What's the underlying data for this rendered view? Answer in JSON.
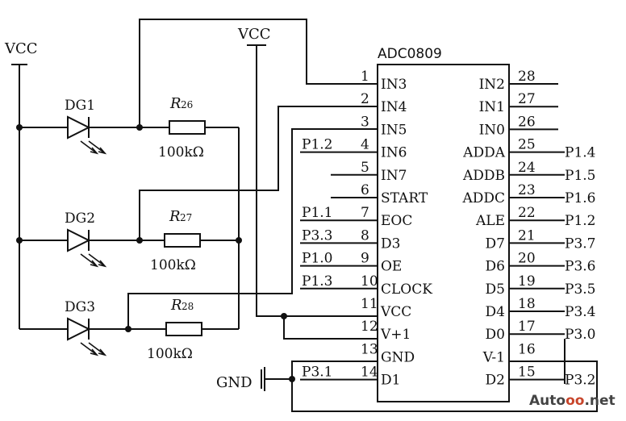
{
  "chip": {
    "name": "ADC0809",
    "left_pins": [
      {
        "num": "1",
        "label": "IN3",
        "net": ""
      },
      {
        "num": "2",
        "label": "IN4",
        "net": ""
      },
      {
        "num": "3",
        "label": "IN5",
        "net": ""
      },
      {
        "num": "4",
        "label": "IN6",
        "net": "P1.2"
      },
      {
        "num": "5",
        "label": "IN7",
        "net": ""
      },
      {
        "num": "6",
        "label": "START",
        "net": ""
      },
      {
        "num": "7",
        "label": "EOC",
        "net": "P1.1"
      },
      {
        "num": "8",
        "label": "D3",
        "net": "P3.3"
      },
      {
        "num": "9",
        "label": "OE",
        "net": "P1.0"
      },
      {
        "num": "10",
        "label": "CLOCK",
        "net": "P1.3"
      },
      {
        "num": "11",
        "label": "VCC",
        "net": ""
      },
      {
        "num": "12",
        "label": "V+1",
        "net": ""
      },
      {
        "num": "13",
        "label": "GND",
        "net": ""
      },
      {
        "num": "14",
        "label": "D1",
        "net": "P3.1"
      }
    ],
    "right_pins": [
      {
        "num": "28",
        "label": "IN2",
        "net": ""
      },
      {
        "num": "27",
        "label": "IN1",
        "net": ""
      },
      {
        "num": "26",
        "label": "IN0",
        "net": ""
      },
      {
        "num": "25",
        "label": "ADDA",
        "net": "P1.4"
      },
      {
        "num": "24",
        "label": "ADDB",
        "net": "P1.5"
      },
      {
        "num": "23",
        "label": "ADDC",
        "net": "P1.6"
      },
      {
        "num": "22",
        "label": "ALE",
        "net": "P1.2"
      },
      {
        "num": "21",
        "label": "D7",
        "net": "P3.7"
      },
      {
        "num": "20",
        "label": "D6",
        "net": "P3.6"
      },
      {
        "num": "19",
        "label": "D5",
        "net": "P3.5"
      },
      {
        "num": "18",
        "label": "D4",
        "net": "P3.4"
      },
      {
        "num": "17",
        "label": "D0",
        "net": "P3.0"
      },
      {
        "num": "16",
        "label": "V-1",
        "net": ""
      },
      {
        "num": "15",
        "label": "D2",
        "net": "P3.2"
      }
    ]
  },
  "supplies": {
    "vcc_left": "VCC",
    "vcc_mid": "VCC",
    "gnd": "GND"
  },
  "branches": [
    {
      "led": "DG1",
      "res_letter": "R",
      "res_sub": "26",
      "res_value": "100kΩ"
    },
    {
      "led": "DG2",
      "res_letter": "R",
      "res_sub": "27",
      "res_value": "100kΩ"
    },
    {
      "led": "DG3",
      "res_letter": "R",
      "res_sub": "28",
      "res_value": "100kΩ"
    }
  ],
  "watermark": {
    "part1": "Auto",
    "part2": "oo",
    "part3": ".net"
  }
}
